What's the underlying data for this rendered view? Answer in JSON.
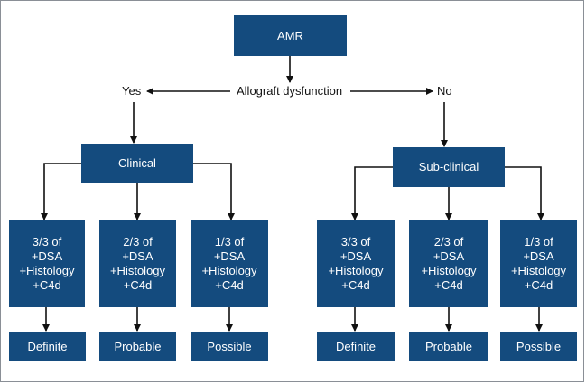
{
  "root": {
    "label": "AMR"
  },
  "question": {
    "label": "Allograft dysfunction",
    "yes": "Yes",
    "no": "No"
  },
  "branches": [
    {
      "category": "Clinical",
      "criteria": [
        {
          "fraction": "3/3 of",
          "dsa": "+DSA",
          "histology": "+Histology",
          "c4d": "+C4d",
          "outcome": "Definite"
        },
        {
          "fraction": "2/3 of",
          "dsa": "+DSA",
          "histology": "+Histology",
          "c4d": "+C4d",
          "outcome": "Probable"
        },
        {
          "fraction": "1/3 of",
          "dsa": "+DSA",
          "histology": "+Histology",
          "c4d": "+C4d",
          "outcome": "Possible"
        }
      ]
    },
    {
      "category": "Sub-clinical",
      "criteria": [
        {
          "fraction": "3/3 of",
          "dsa": "+DSA",
          "histology": "+Histology",
          "c4d": "+C4d",
          "outcome": "Definite"
        },
        {
          "fraction": "2/3 of",
          "dsa": "+DSA",
          "histology": "+Histology",
          "c4d": "+C4d",
          "outcome": "Probable"
        },
        {
          "fraction": "1/3 of",
          "dsa": "+DSA",
          "histology": "+Histology",
          "c4d": "+C4d",
          "outcome": "Possible"
        }
      ]
    }
  ],
  "colors": {
    "box": "#144b7e",
    "line": "#111111",
    "border": "#8a8f96"
  }
}
